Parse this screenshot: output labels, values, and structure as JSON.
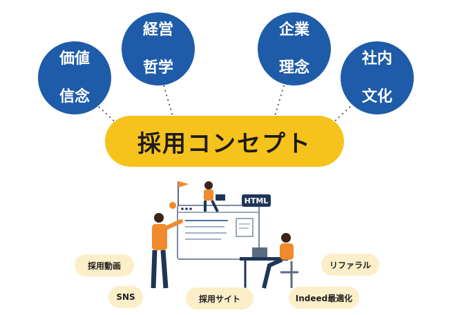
{
  "values": [
    {
      "line1": "価値",
      "line2": "信念"
    },
    {
      "line1": "経営",
      "line2": "哲学"
    },
    {
      "line1": "企業",
      "line2": "理念"
    },
    {
      "line1": "社内",
      "line2": "文化"
    }
  ],
  "concept": "採用コンセプト",
  "channels": [
    "採用動画",
    "SNS",
    "採用サイト",
    "リファラル",
    "Indeed最適化"
  ],
  "illustration": {
    "html_label": "HTML"
  },
  "colors": {
    "circle": "#1e5ba8",
    "concept": "#f6c21c",
    "pill": "#fbefc9",
    "accent": "#f08a2c",
    "navy": "#1d3557"
  }
}
